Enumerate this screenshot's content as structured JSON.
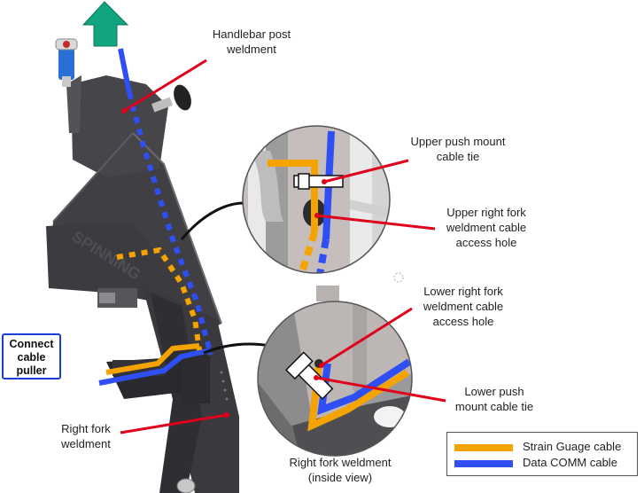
{
  "labels": {
    "handlebar_post": [
      "Handlebar post",
      "weldment"
    ],
    "upper_cable_tie": [
      "Upper push mount",
      "cable tie"
    ],
    "upper_access_hole": [
      "Upper right fork",
      "weldment cable",
      "access hole"
    ],
    "lower_access_hole": [
      "Lower right fork",
      "weldment cable",
      "access hole"
    ],
    "lower_cable_tie": [
      "Lower push",
      "mount cable tie"
    ],
    "right_fork": [
      "Right fork",
      "weldment"
    ],
    "inside_view": [
      "Right fork weldment",
      "(inside view)"
    ],
    "connect_puller": [
      "Connect",
      "cable",
      "puller"
    ]
  },
  "legend": [
    {
      "label": "Strain Guage cable",
      "color": "#f5a300"
    },
    {
      "label": "Data COMM cable",
      "color": "#2f4ff5"
    }
  ],
  "colors": {
    "strain_cable": "#f5a300",
    "data_cable": "#2f4ff5",
    "leader_line": "#e0001b",
    "arrow": "#11a57f",
    "frame_dark": "#3a3a3e",
    "frame_mid": "#4b4b50"
  },
  "icons": {
    "pull_direction": "up-arrow-icon"
  }
}
